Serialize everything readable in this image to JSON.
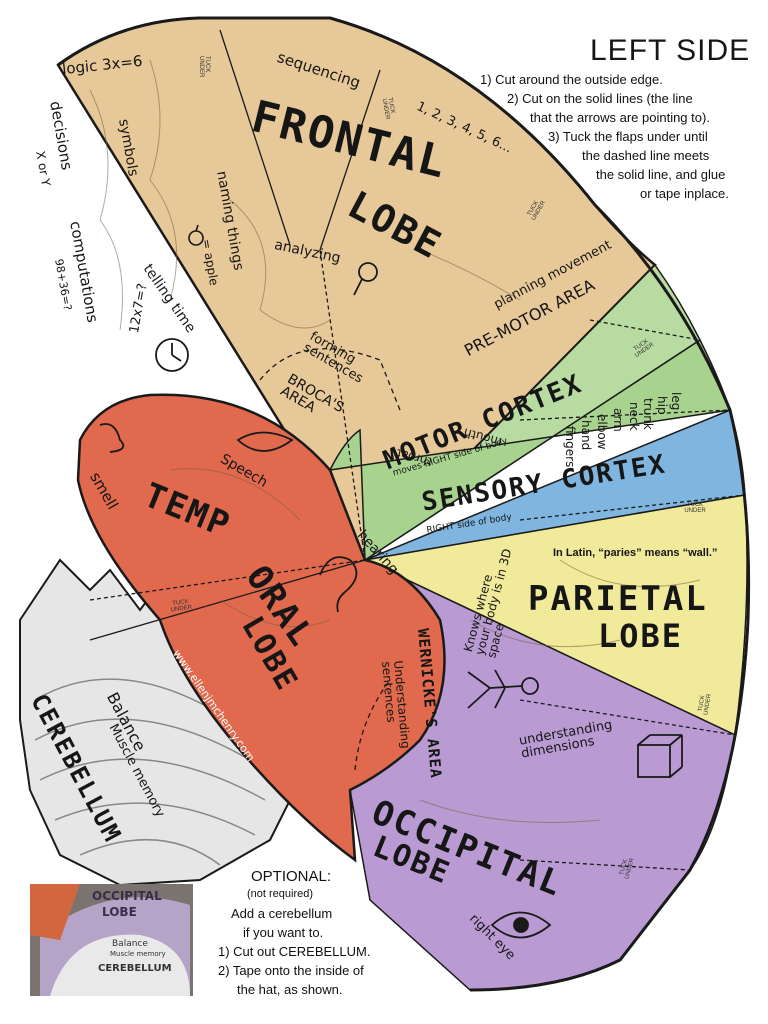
{
  "title": "LEFT SIDE",
  "instructions": [
    "1) Cut around the outside edge.",
    "2) Cut on the solid lines (the line",
    "that the arrows are pointing to).",
    "3) Tuck the flaps under until",
    "the dashed line meets",
    "the solid line, and glue",
    "or tape inplace."
  ],
  "frontal": {
    "name_line1": "FRONTAL",
    "name_line2": "LOBE",
    "logic": "logic 3x=6",
    "sequencing": "sequencing",
    "numbers": "1, 2, 3, 4, 5, 6...",
    "decisions": "decisions",
    "decisions_glyph": "X or Y",
    "symbols": "symbols",
    "naming_things": "naming things",
    "naming_example": "= apple",
    "computations": "computations",
    "computations_example": "98+36=?",
    "telling_time": "telling time",
    "multiply": "12x7=?",
    "analyzing": "analyzing",
    "forming_sentences": "forming sentences",
    "brocas_area": "BROCA'S AREA"
  },
  "premotor": {
    "name": "PRE-MOTOR AREA",
    "function": "planning movement"
  },
  "motor": {
    "name": "MOTOR CORTEX",
    "caption": "moves RIGHT side of body",
    "body_parts": [
      "leg",
      "hip",
      "trunk",
      "neck",
      "arm",
      "elbow",
      "hand",
      "fingers",
      "mouth",
      "throat"
    ]
  },
  "sensory": {
    "name": "SENSORY CORTEX",
    "caption": "RIGHT side of body"
  },
  "temporal": {
    "name_line1": "TEMP",
    "name_line2": "ORAL",
    "name_line3": "LOBE",
    "smell": "smell",
    "speech": "Speech",
    "hearing": "hearing",
    "wernickes_area": "WERNICKE'S AREA",
    "wernickes_function": "Understanding sentences",
    "website": "www.ellenjmchenry.com"
  },
  "parietal": {
    "name_line1": "PARIETAL",
    "name_line2": "LOBE",
    "latin_note": "In Latin, “paries” means “wall.”",
    "knows_where": "Knows where your body is in 3D space",
    "dimensions": "understanding dimensions"
  },
  "occipital": {
    "name_line1": "OCCIPITAL",
    "name_line2": "LOBE",
    "right_eye": "right eye"
  },
  "cerebellum": {
    "name": "CEREBELLUM",
    "function_line1": "Balance",
    "function_line2": "Muscle memory"
  },
  "tuck_label": "TUCK UNDER",
  "optional": {
    "heading": "OPTIONAL:",
    "note": "(not required)",
    "lines": [
      "Add a cerebellum",
      "if you want to.",
      "1) Cut out CEREBELLUM.",
      "2) Tape onto the inside of",
      "the hat, as shown."
    ],
    "photo_labels": [
      "OCCIPITAL",
      "LOBE",
      "Balance",
      "Muscle memory",
      "CEREBELLUM"
    ]
  },
  "colors": {
    "frontal": "#e7c898",
    "premotor": "#b7dba0",
    "motor": "#a8d38f",
    "sensory": "#7fb5de",
    "temporal": "#e0694e",
    "parietal": "#f1ea9b",
    "occipital": "#b99ad2",
    "cerebellum": "#e6e6e6",
    "outline": "#1a1a1a"
  }
}
